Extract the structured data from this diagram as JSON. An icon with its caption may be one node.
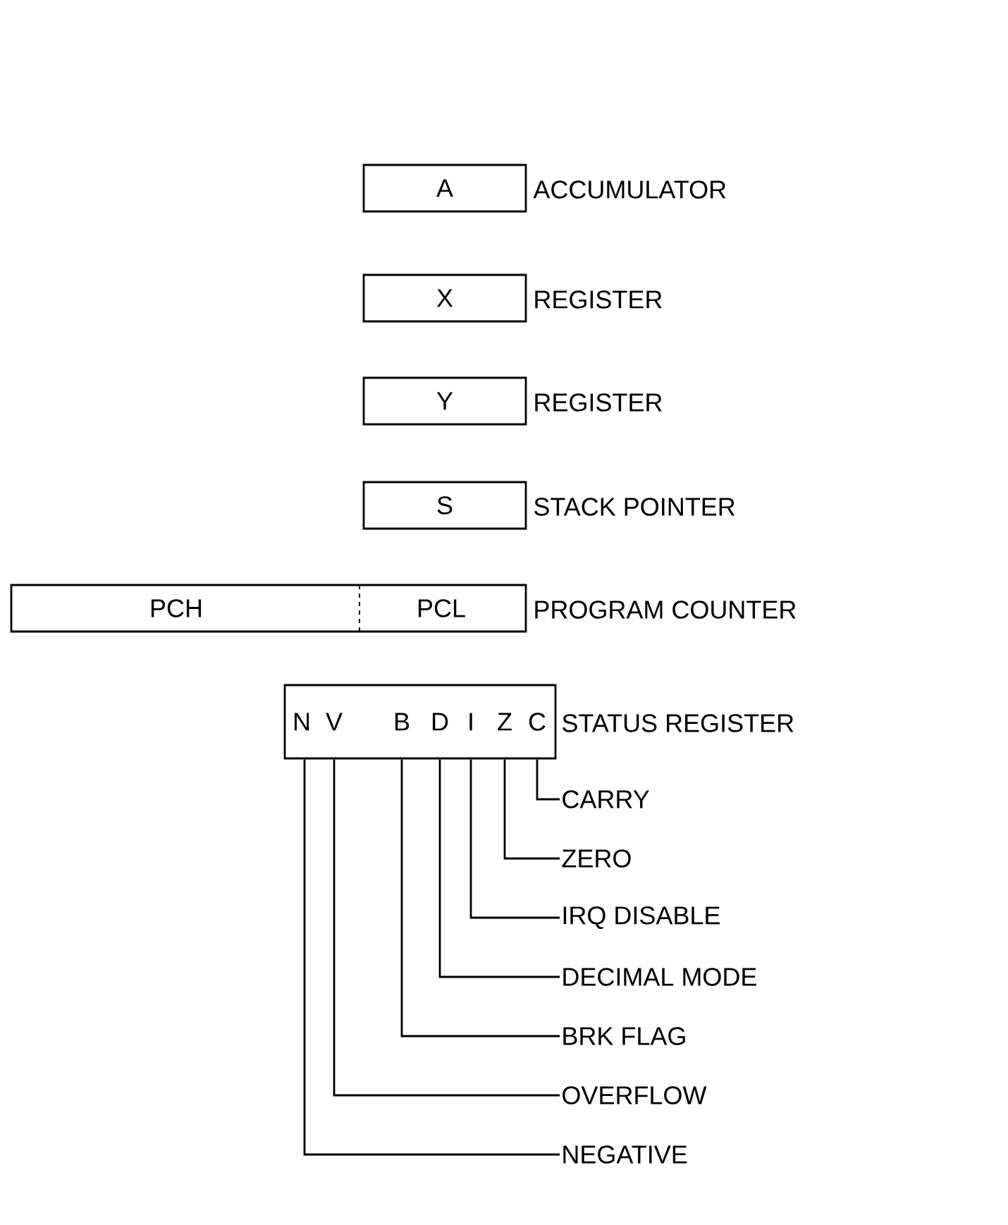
{
  "diagram": {
    "nodes": [
      {
        "text": [
          "A"
        ],
        "beside": [
          "ACCUMULATOR"
        ]
      },
      {
        "text": [
          "X"
        ],
        "beside": [
          "REGISTER"
        ]
      },
      {
        "text": [
          "Y"
        ],
        "beside": [
          "REGISTER"
        ]
      },
      {
        "text": [
          "S"
        ],
        "beside": [
          "STACK POINTER"
        ]
      },
      {
        "text": [
          "PCH",
          "PCL"
        ],
        "beside": [
          "PROGRAM COUNTER"
        ]
      },
      {
        "text": [
          "N",
          "V",
          "B",
          "D",
          "I",
          "Z",
          "C"
        ],
        "beside": [
          "STATUS REGISTER"
        ]
      },
      {
        "text": [
          "CARRY"
        ]
      },
      {
        "text": [
          "ZERO"
        ]
      },
      {
        "text": [
          "IRQ DISABLE"
        ]
      },
      {
        "text": [
          "DECIMAL MODE"
        ]
      },
      {
        "text": [
          "BRK FLAG"
        ]
      },
      {
        "text": [
          "OVERFLOW"
        ]
      },
      {
        "text": [
          "NEGATIVE"
        ]
      }
    ],
    "edges": [
      {
        "from": 5,
        "to": 6,
        "arrow": "none"
      },
      {
        "from": 5,
        "to": 7,
        "arrow": "none"
      },
      {
        "from": 5,
        "to": 8,
        "arrow": "none"
      },
      {
        "from": 5,
        "to": 9,
        "arrow": "none"
      },
      {
        "from": 5,
        "to": 10,
        "arrow": "none"
      },
      {
        "from": 5,
        "to": 11,
        "arrow": "none"
      },
      {
        "from": 5,
        "to": 12,
        "arrow": "none"
      }
    ]
  }
}
